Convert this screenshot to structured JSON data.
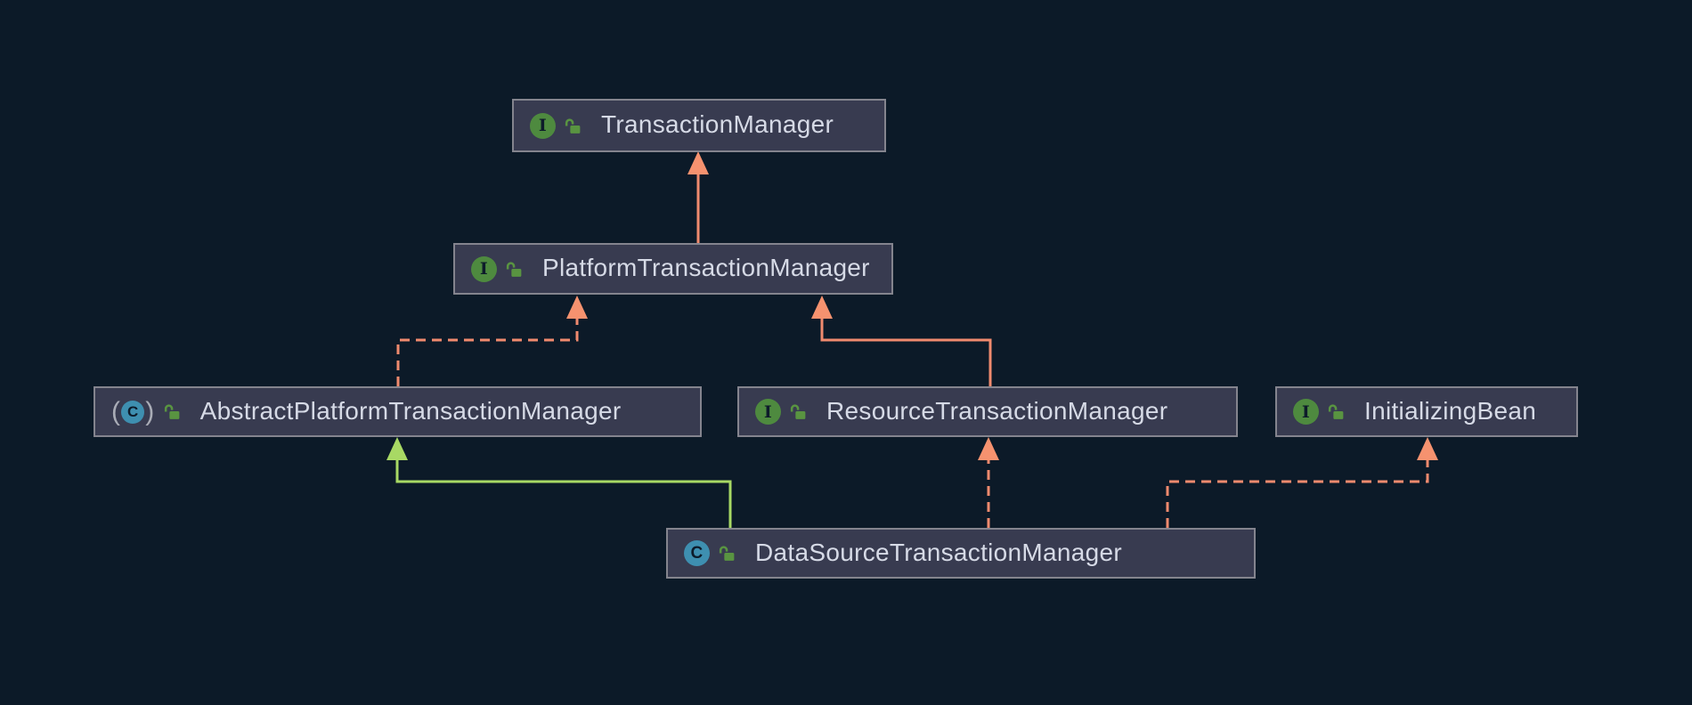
{
  "diagram": {
    "background": "#0c1a28",
    "node_fill": "#383b50",
    "node_border": "#84848e",
    "label_color": "#d6dae6"
  },
  "colors": {
    "inheritance_arrow_salmon": "#f08a6e",
    "extends_arrow_green": "#a8d964",
    "interface_icon_green": "#4e8a3f",
    "class_icon_blue": "#3e8fb0",
    "lock_icon_green": "#599441",
    "abstract_paren_gray": "#a9acb6"
  },
  "icons": {
    "interface_glyph": "I",
    "class_glyph": "C",
    "abstract_paren_left": "(",
    "abstract_paren_right": ")"
  },
  "nodes": [
    {
      "label": "TransactionManager",
      "kind": "interface",
      "icon": "I"
    },
    {
      "label": "PlatformTransactionManager",
      "kind": "interface",
      "icon": "I"
    },
    {
      "label": "AbstractPlatformTransactionManager",
      "kind": "abstract-class",
      "icon": "C"
    },
    {
      "label": "ResourceTransactionManager",
      "kind": "interface",
      "icon": "I"
    },
    {
      "label": "InitializingBean",
      "kind": "interface",
      "icon": "I"
    },
    {
      "label": "DataSourceTransactionManager",
      "kind": "class",
      "icon": "C"
    }
  ],
  "edges": [
    {
      "from": "PlatformTransactionManager",
      "to": "TransactionManager",
      "line": "solid",
      "color": "#f08a6e"
    },
    {
      "from": "AbstractPlatformTransactionManager",
      "to": "PlatformTransactionManager",
      "line": "dashed",
      "color": "#f08a6e"
    },
    {
      "from": "ResourceTransactionManager",
      "to": "PlatformTransactionManager",
      "line": "solid",
      "color": "#f08a6e"
    },
    {
      "from": "DataSourceTransactionManager",
      "to": "AbstractPlatformTransactionManager",
      "line": "solid",
      "color": "#a8d964"
    },
    {
      "from": "DataSourceTransactionManager",
      "to": "ResourceTransactionManager",
      "line": "dashed",
      "color": "#f08a6e"
    },
    {
      "from": "DataSourceTransactionManager",
      "to": "InitializingBean",
      "line": "dashed",
      "color": "#f08a6e"
    }
  ]
}
